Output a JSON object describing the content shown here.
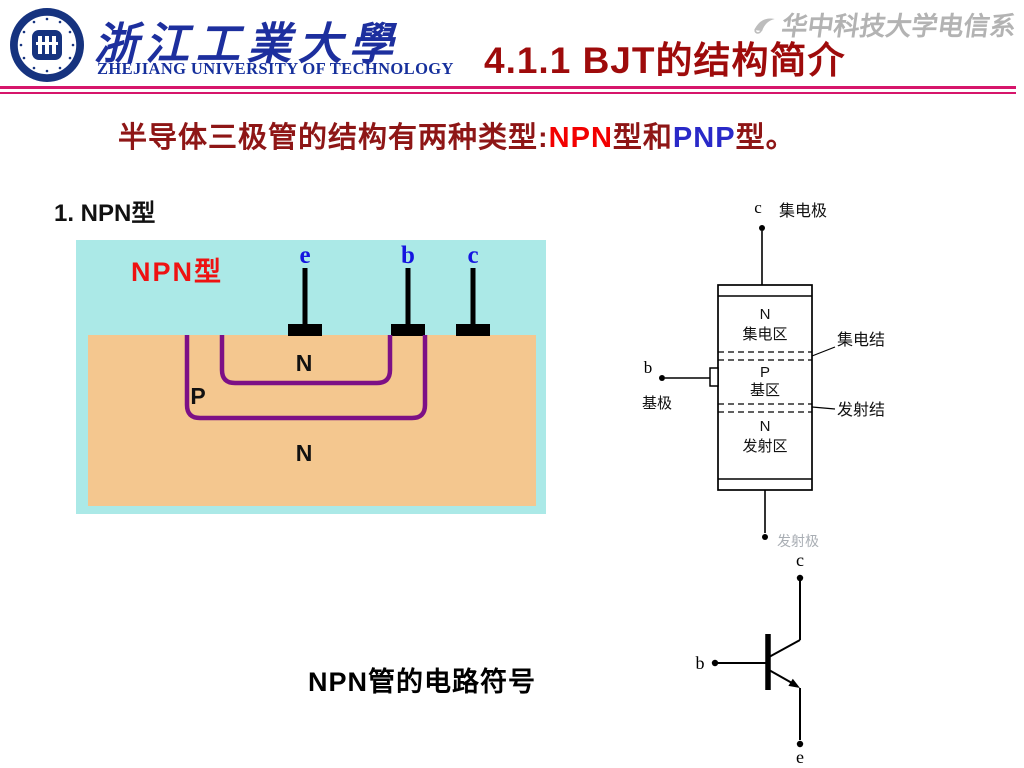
{
  "header": {
    "university_cn": "浙江工業大學",
    "university_en": "ZHEJIANG UNIVERSITY OF TECHNOLOGY",
    "title": "4.1.1  BJT的结构简介",
    "watermark": "华中科技大学电信系"
  },
  "intro": {
    "prefix": "半导体三极管的结构有两种类型:",
    "npn": "NPN",
    "mid": "型和",
    "pnp": "PNP",
    "suffix": "型。"
  },
  "section1": {
    "label": "1. NPN型"
  },
  "structure_figure": {
    "title": "NPN型",
    "electrode_e": "e",
    "electrode_b": "b",
    "electrode_c": "c",
    "region_emitter": "N",
    "region_base": "P",
    "region_collector": "N"
  },
  "block_diagram": {
    "collector_letter": "c",
    "collector_label": "集电极",
    "collector_region_type": "N",
    "collector_region_label": "集电区",
    "collector_junction_label": "集电结",
    "base_region_type": "P",
    "base_region_label": "基区",
    "base_letter": "b",
    "base_label": "基极",
    "emitter_junction_label": "发射结",
    "emitter_region_type": "N",
    "emitter_region_label": "发射区",
    "emitter_label": "发射极"
  },
  "symbol_figure": {
    "collector_letter": "c",
    "base_letter": "b",
    "emitter_letter": "e",
    "caption": "NPN管的电路符号"
  },
  "colors": {
    "title_red": "#9e0b0b",
    "body_dark_red": "#8e1616",
    "npn_red": "#f20000",
    "pnp_blue": "#2929c8",
    "rule_pink": "#d6156b",
    "figure_cyan": "#abe9e7",
    "figure_tan": "#f4c78f",
    "figure_purple": "#7d1086",
    "electrode_blue": "#1515e0",
    "university_blue": "#1d2f9e",
    "watermark_gray": "#b3b3b3"
  }
}
